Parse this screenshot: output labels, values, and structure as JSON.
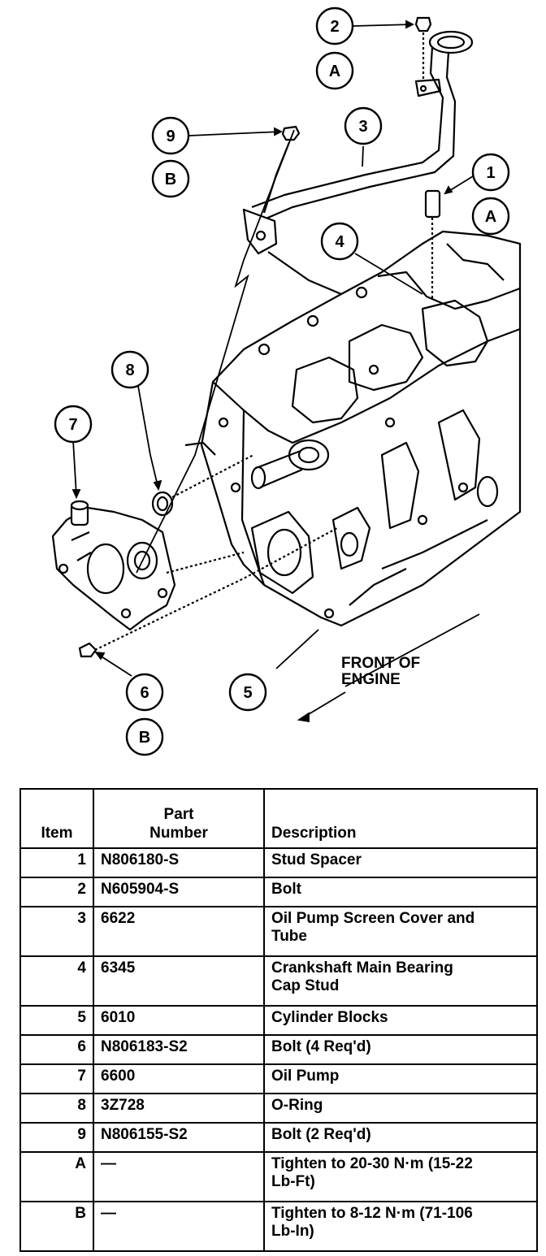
{
  "diagram": {
    "callouts": {
      "c1": "1",
      "c2": "2",
      "c3": "3",
      "c4": "4",
      "c5": "5",
      "c6": "6",
      "c7": "7",
      "c8": "8",
      "c9": "9",
      "cA1": "A",
      "cA2": "A",
      "cB1": "B",
      "cB2": "B"
    },
    "front_label_line1": "FRONT OF",
    "front_label_line2": "ENGINE"
  },
  "table": {
    "headers": {
      "item": "Item",
      "part_line1": "Part",
      "part_line2": "Number",
      "description": "Description"
    },
    "rows": [
      {
        "item": "1",
        "part": "N806180-S",
        "desc1": "Stud Spacer",
        "desc2": ""
      },
      {
        "item": "2",
        "part": "N605904-S",
        "desc1": "Bolt",
        "desc2": ""
      },
      {
        "item": "3",
        "part": "6622",
        "desc1": "Oil Pump Screen Cover and",
        "desc2": "Tube"
      },
      {
        "item": "4",
        "part": "6345",
        "desc1": "Crankshaft Main Bearing",
        "desc2": "Cap Stud"
      },
      {
        "item": "5",
        "part": "6010",
        "desc1": "Cylinder Blocks",
        "desc2": ""
      },
      {
        "item": "6",
        "part": "N806183-S2",
        "desc1": "Bolt (4 Req'd)",
        "desc2": ""
      },
      {
        "item": "7",
        "part": "6600",
        "desc1": "Oil Pump",
        "desc2": ""
      },
      {
        "item": "8",
        "part": "3Z728",
        "desc1": "O-Ring",
        "desc2": ""
      },
      {
        "item": "9",
        "part": "N806155-S2",
        "desc1": "Bolt (2 Req'd)",
        "desc2": ""
      },
      {
        "item": "A",
        "part": "—",
        "desc1": "Tighten to 20-30 N·m (15-22",
        "desc2": "Lb-Ft)"
      },
      {
        "item": "B",
        "part": "—",
        "desc1": "Tighten to 8-12 N·m (71-106",
        "desc2": "Lb-In)"
      }
    ]
  }
}
